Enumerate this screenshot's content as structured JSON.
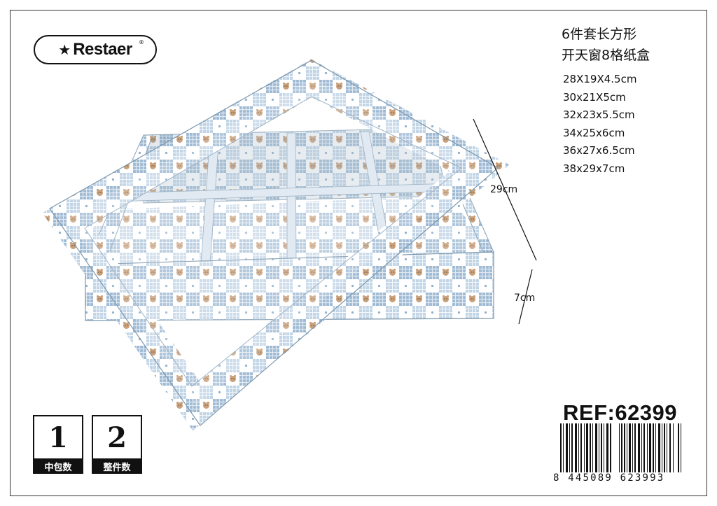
{
  "logo": {
    "brand": "Restaer",
    "star": "★",
    "registered": "®"
  },
  "product": {
    "title_line1": "6件套长方形",
    "title_line2": "开天窗8格纸盒",
    "sizes": [
      "28X19X4.5cm",
      "30x21X5cm",
      "32x23x5.5cm",
      "34x25x6cm",
      "36x27x6.5cm",
      "38x29x7cm"
    ]
  },
  "dimensions": {
    "length": "29cm",
    "height": "7cm"
  },
  "packing": {
    "inner": {
      "value": "1",
      "label": "中包数"
    },
    "outer": {
      "value": "2",
      "label": "整件数"
    }
  },
  "ref": "REF:62399",
  "barcode": {
    "digits": "8 445089 623993"
  },
  "colors": {
    "pattern_blue": "#8fb0cc",
    "pattern_light": "#c9d9e8",
    "bear": "#c9a07a",
    "ink": "#111111"
  }
}
